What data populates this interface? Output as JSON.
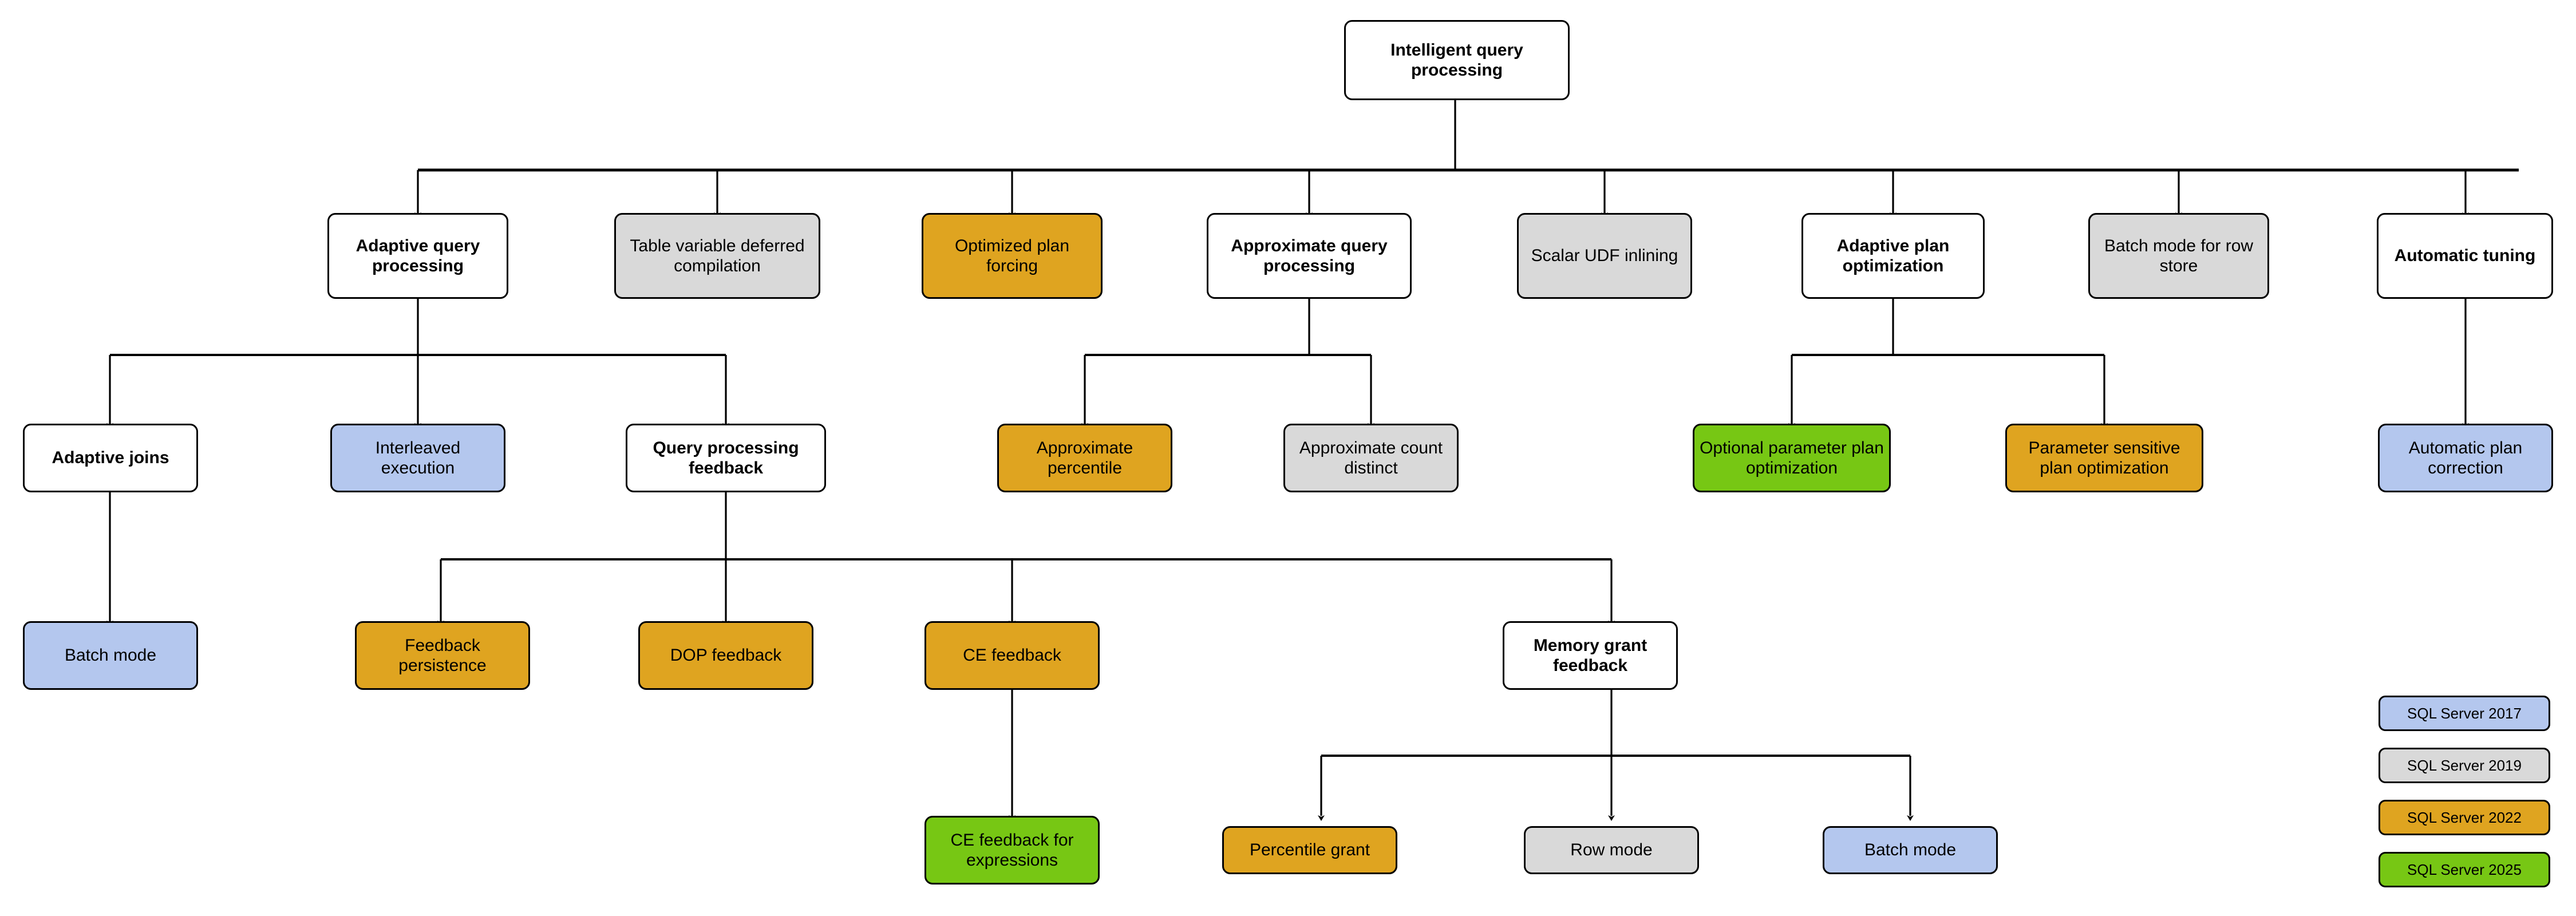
{
  "diagram": {
    "title": "Intelligent query processing",
    "palette": {
      "white": "#ffffff",
      "gray": "#d9d9d9",
      "orange": "#dfa420",
      "blue": "#b4c7ee",
      "green": "#77c714",
      "stroke": "#000000"
    },
    "nodes": {
      "root": "Intelligent query processing",
      "adaptive_query_processing": "Adaptive query processing",
      "table_variable_deferred_compilation": "Table variable deferred compilation",
      "optimized_plan_forcing": "Optimized plan forcing",
      "approximate_query_processing": "Approximate query processing",
      "scalar_udf_inlining": "Scalar UDF inlining",
      "adaptive_plan_optimization": "Adaptive plan optimization",
      "batch_mode_for_row_store": "Batch mode for row store",
      "automatic_tuning": "Automatic tuning",
      "adaptive_joins": "Adaptive joins",
      "interleaved_execution": "Interleaved execution",
      "query_processing_feedback": "Query processing feedback",
      "approximate_percentile": "Approximate percentile",
      "approximate_count_distinct": "Approximate count distinct",
      "optional_parameter_plan_optimization": "Optional parameter plan optimization",
      "parameter_sensitive_plan_optimization": "Parameter sensitive plan optimization",
      "automatic_plan_correction": "Automatic plan correction",
      "batch_mode_adaptive_joins": "Batch mode",
      "feedback_persistence": "Feedback persistence",
      "dop_feedback": "DOP feedback",
      "ce_feedback": "CE feedback",
      "memory_grant_feedback": "Memory grant feedback",
      "ce_feedback_for_expressions": "CE feedback for expressions",
      "percentile_grant": "Percentile grant",
      "row_mode": "Row mode",
      "batch_mode_memory_grant": "Batch mode"
    },
    "legend": {
      "items": [
        {
          "label": "SQL Server 2017",
          "color": "#b4c7ee"
        },
        {
          "label": "SQL Server 2019",
          "color": "#d9d9d9"
        },
        {
          "label": "SQL Server 2022",
          "color": "#dfa420"
        },
        {
          "label": "SQL Server 2025",
          "color": "#77c714"
        }
      ]
    }
  }
}
